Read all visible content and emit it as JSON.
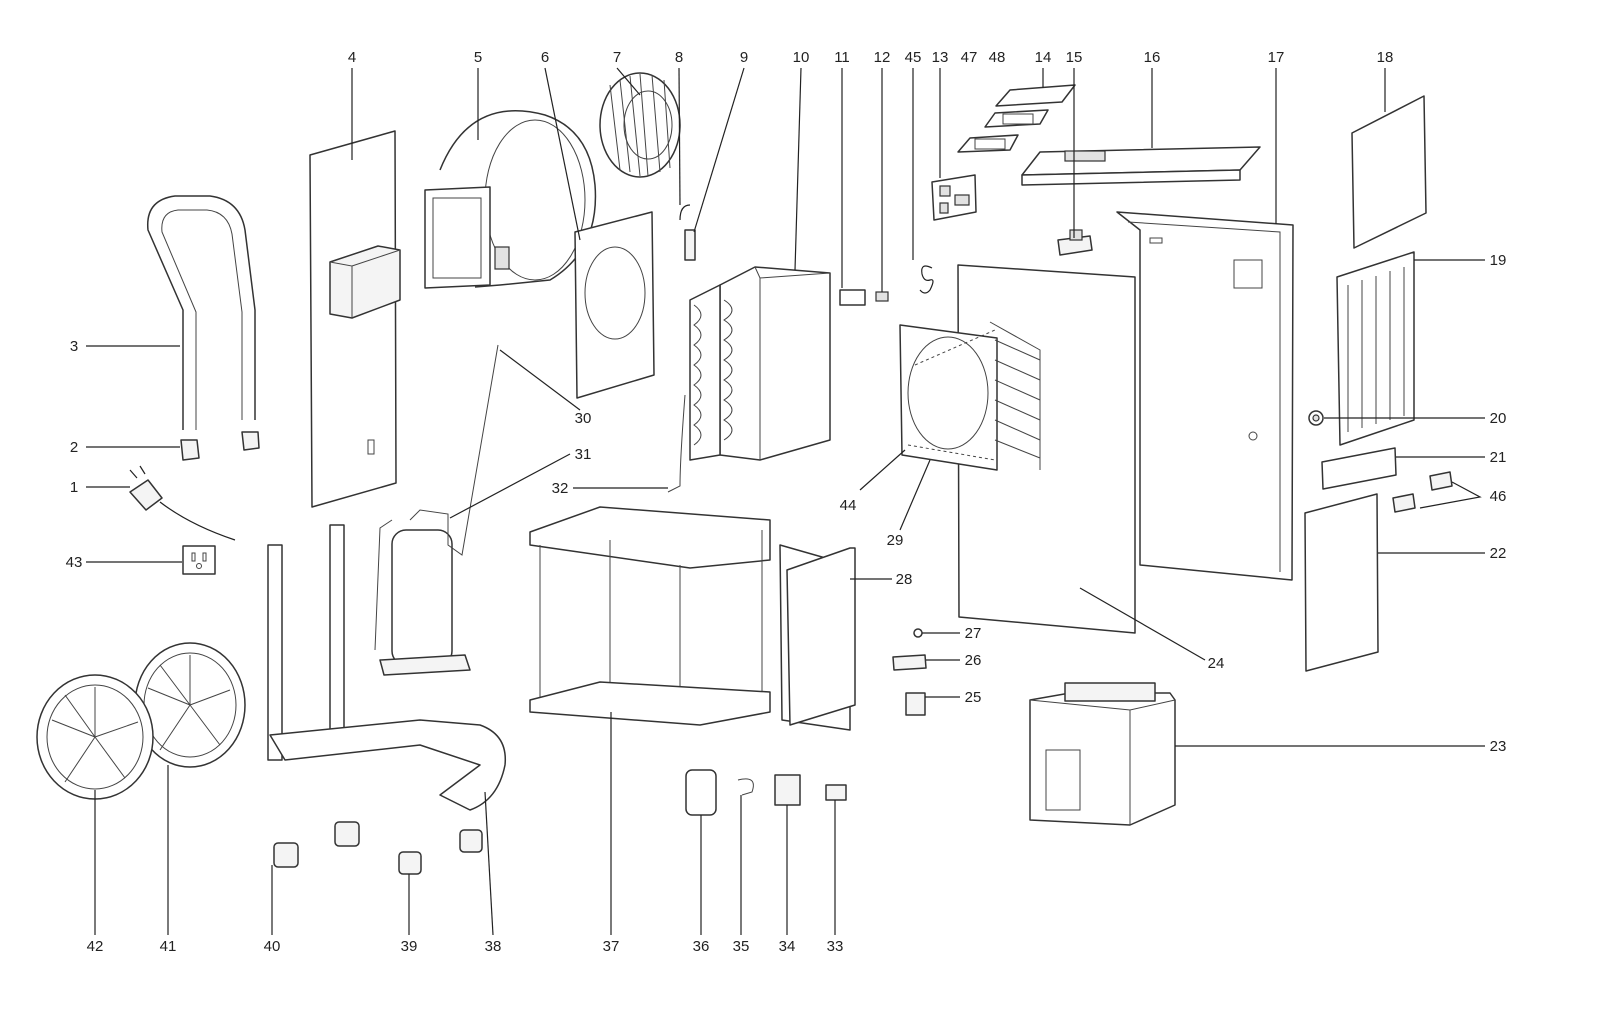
{
  "diagram": {
    "type": "exploded-parts-view",
    "part_numbers": [
      "1",
      "2",
      "3",
      "4",
      "5",
      "6",
      "7",
      "8",
      "9",
      "10",
      "11",
      "12",
      "13",
      "14",
      "15",
      "16",
      "17",
      "18",
      "19",
      "20",
      "21",
      "22",
      "23",
      "24",
      "25",
      "26",
      "27",
      "28",
      "29",
      "30",
      "31",
      "32",
      "33",
      "34",
      "35",
      "36",
      "37",
      "38",
      "39",
      "40",
      "41",
      "42",
      "43",
      "44",
      "45",
      "46",
      "47",
      "48"
    ],
    "text_color": "#222222",
    "line_color": "#333333"
  }
}
